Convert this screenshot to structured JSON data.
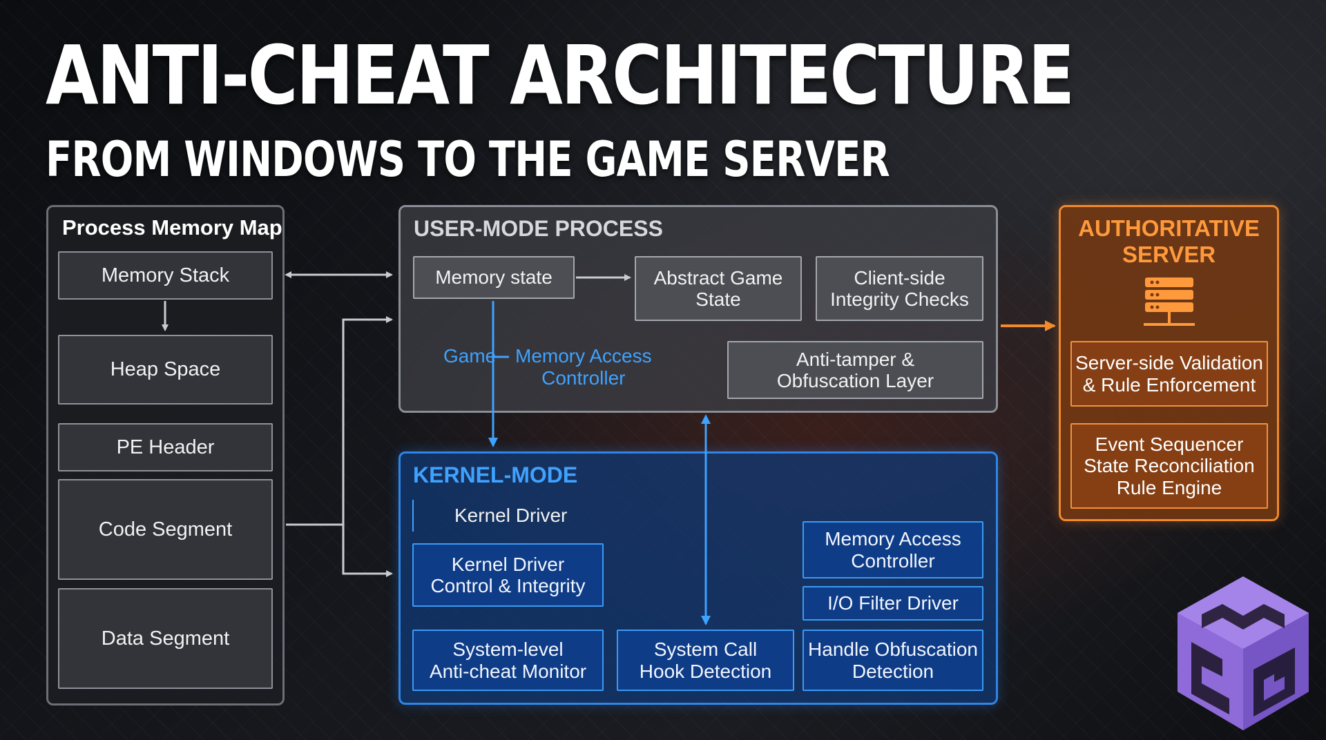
{
  "title": "ANTI-CHEAT ARCHITECTURE",
  "subtitle": "FROM WINDOWS TO THE GAME SERVER",
  "memory_map": {
    "heading": "Process Memory Map",
    "items": [
      "Memory Stack",
      "Heap Space",
      "PE Header",
      "Code Segment",
      "Data Segment"
    ]
  },
  "user_mode": {
    "heading": "USER-MODE PROCESS",
    "memory_state": "Memory state",
    "abstract_state": "Abstract Game\nState",
    "integrity_checks": "Client-side\nIntegrity Checks",
    "anti_tamper": "Anti-tamper &\nObfuscation Layer",
    "game_label": "Game",
    "mac_label": "Memory Access\nController"
  },
  "kernel_mode": {
    "heading": "KERNEL-MODE",
    "kernel_driver": "Kernel Driver",
    "control_integrity": "Kernel Driver\nControl & Integrity",
    "system_monitor": "System-level\nAnti-cheat Monitor",
    "syscall_hook": "System Call\nHook Detection",
    "mem_access": "Memory Access\nController",
    "io_filter": "I/O Filter Driver",
    "handle_obf": "Handle Obfuscation\nDetection"
  },
  "server": {
    "heading": "AUTHORITATIVE\nSERVER",
    "icon": "server-stack-icon",
    "validation": "Server-side Validation\n& Rule Enforcement",
    "sequencer": "Event Sequencer\nState Reconciliation\nRule Engine"
  },
  "logo": {
    "icon": "msg-cube-logo",
    "color": "#8e6bd8"
  },
  "colors": {
    "accent_blue": "#3fa2ff",
    "accent_orange": "#f08a2c",
    "panel_gray": "#8a8e96"
  }
}
